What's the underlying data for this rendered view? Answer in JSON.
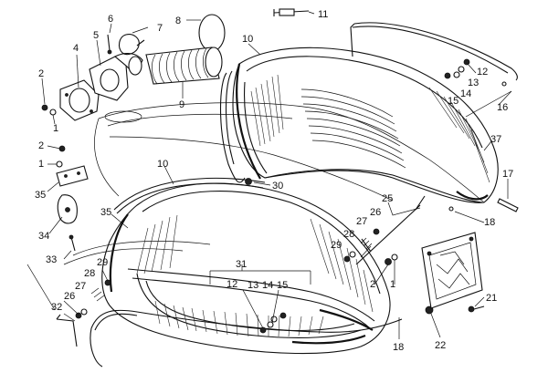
{
  "callouts": [
    {
      "id": "c1",
      "label": "1"
    },
    {
      "id": "c2",
      "label": "2"
    },
    {
      "id": "c4",
      "label": "4"
    },
    {
      "id": "c5",
      "label": "5"
    },
    {
      "id": "c6",
      "label": "6"
    },
    {
      "id": "c7",
      "label": "7"
    },
    {
      "id": "c8",
      "label": "8"
    },
    {
      "id": "c9",
      "label": "9"
    },
    {
      "id": "c10a",
      "label": "10"
    },
    {
      "id": "c11",
      "label": "11"
    },
    {
      "id": "c12a",
      "label": "12"
    },
    {
      "id": "c13a",
      "label": "13"
    },
    {
      "id": "c14a",
      "label": "14"
    },
    {
      "id": "c15a",
      "label": "15"
    },
    {
      "id": "c16",
      "label": "16"
    },
    {
      "id": "c37",
      "label": "37"
    },
    {
      "id": "c2b",
      "label": "2"
    },
    {
      "id": "c1b",
      "label": "1"
    },
    {
      "id": "c35a",
      "label": "35"
    },
    {
      "id": "c10b",
      "label": "10"
    },
    {
      "id": "c30",
      "label": "30"
    },
    {
      "id": "c17",
      "label": "17"
    },
    {
      "id": "c34",
      "label": "34"
    },
    {
      "id": "c35b",
      "label": "35"
    },
    {
      "id": "c25",
      "label": "25"
    },
    {
      "id": "c26a",
      "label": "26"
    },
    {
      "id": "c27a",
      "label": "27"
    },
    {
      "id": "c28a",
      "label": "28"
    },
    {
      "id": "c29a",
      "label": "29"
    },
    {
      "id": "c18a",
      "label": "18"
    },
    {
      "id": "c33",
      "label": "33"
    },
    {
      "id": "c31",
      "label": "31"
    },
    {
      "id": "c29b",
      "label": "29"
    },
    {
      "id": "c28b",
      "label": "28"
    },
    {
      "id": "c27b",
      "label": "27"
    },
    {
      "id": "c26b",
      "label": "26"
    },
    {
      "id": "c12b",
      "label": "12"
    },
    {
      "id": "c13b",
      "label": "13"
    },
    {
      "id": "c14b",
      "label": "14"
    },
    {
      "id": "c15b",
      "label": "15"
    },
    {
      "id": "c2c",
      "label": "2"
    },
    {
      "id": "c1c",
      "label": "1"
    },
    {
      "id": "c32",
      "label": "32"
    },
    {
      "id": "c21",
      "label": "21"
    },
    {
      "id": "c18b",
      "label": "18"
    },
    {
      "id": "c22",
      "label": "22"
    }
  ]
}
